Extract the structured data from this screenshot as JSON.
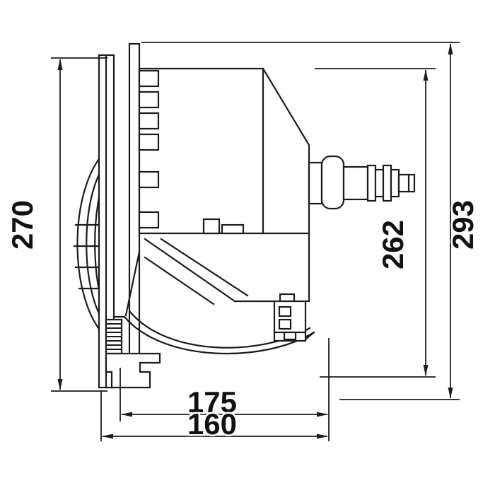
{
  "dimensions": {
    "overall_height_left": "270",
    "overall_height_right": "293",
    "body_height": "262",
    "depth_inner": "175",
    "depth_outer": "160"
  },
  "colors": {
    "line": "#1c1c1c",
    "background": "#ffffff",
    "text": "#111111"
  }
}
